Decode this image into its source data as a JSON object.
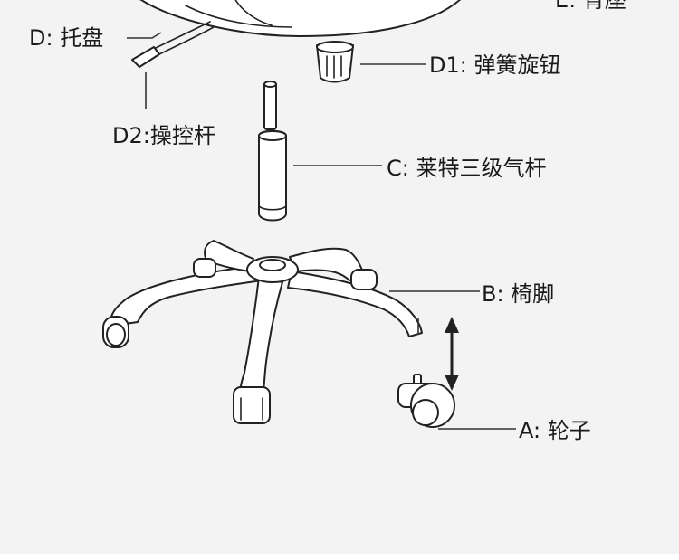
{
  "colors": {
    "background": "#f3f3f3",
    "line": "#222222",
    "text": "#1a1a1a"
  },
  "labels": {
    "e_partial": "E: 背座",
    "d_tray": "D: 托盘",
    "d1_knob": "D1: 弹簧旋钮",
    "d2_lever": "D2:操控杆",
    "c_gas_lift": "C: 莱特三级气杆",
    "b_base": "B: 椅脚",
    "a_caster": "A: 轮子"
  }
}
